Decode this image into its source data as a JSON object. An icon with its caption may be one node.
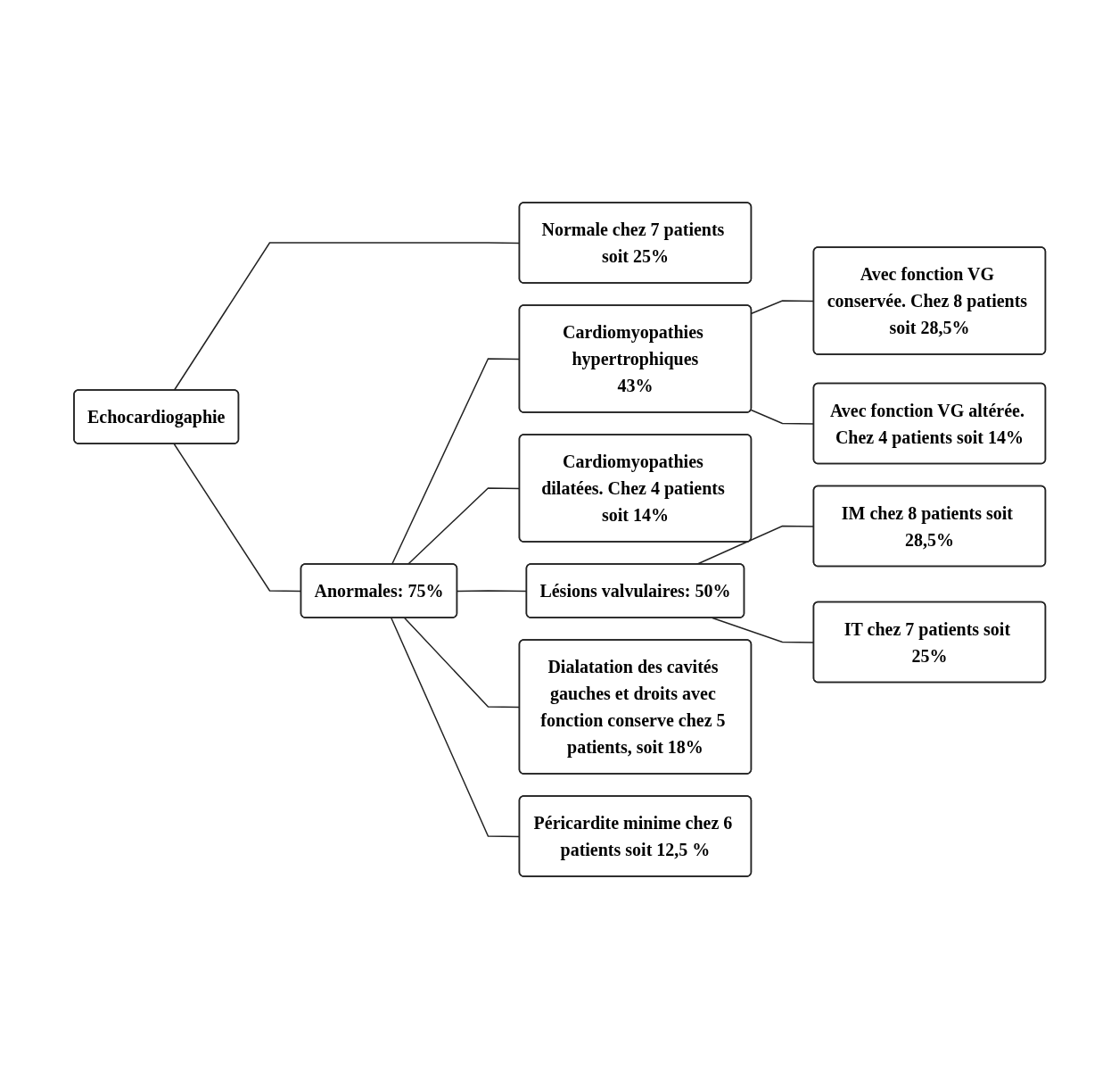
{
  "diagram": {
    "nodes": [
      {
        "text": [
          "Echocardiogaphie"
        ]
      },
      {
        "text": [
          "Normale chez 7 patients soit 25%"
        ]
      },
      {
        "text": [
          "Anormales: 75%"
        ]
      },
      {
        "text": [
          "Cardiomyopathies hypertrophiques",
          "43%"
        ]
      },
      {
        "text": [
          "Avec fonction VG conservée. Chez 8 patients soit 28,5%"
        ]
      },
      {
        "text": [
          "Avec fonction VG altérée. Chez 4 patients soit 14%"
        ]
      },
      {
        "text": [
          "Cardiomyopathies dilatées. Chez 4 patients soit 14%"
        ]
      },
      {
        "text": [
          "Lésions valvulaires: 50%"
        ]
      },
      {
        "text": [
          "IM chez 8 patients soit 28,5%"
        ]
      },
      {
        "text": [
          "IT chez 7 patients soit 25%"
        ]
      },
      {
        "text": [
          "Dialatation des cavités gauches et droits avec fonction conserve chez 5 patients, soit 18%"
        ]
      },
      {
        "text": [
          "Péricardite minime chez 6 patients soit 12,5 %"
        ]
      }
    ],
    "edges": [
      {
        "from": 0,
        "to": 1,
        "arrow": "none"
      },
      {
        "from": 0,
        "to": 2,
        "arrow": "none"
      },
      {
        "from": 2,
        "to": 3,
        "arrow": "none"
      },
      {
        "from": 3,
        "to": 4,
        "arrow": "none"
      },
      {
        "from": 3,
        "to": 5,
        "arrow": "none"
      },
      {
        "from": 2,
        "to": 6,
        "arrow": "none"
      },
      {
        "from": 2,
        "to": 7,
        "arrow": "none"
      },
      {
        "from": 7,
        "to": 8,
        "arrow": "none"
      },
      {
        "from": 7,
        "to": 9,
        "arrow": "none"
      },
      {
        "from": 2,
        "to": 10,
        "arrow": "none"
      },
      {
        "from": 2,
        "to": 11,
        "arrow": "none"
      }
    ]
  }
}
